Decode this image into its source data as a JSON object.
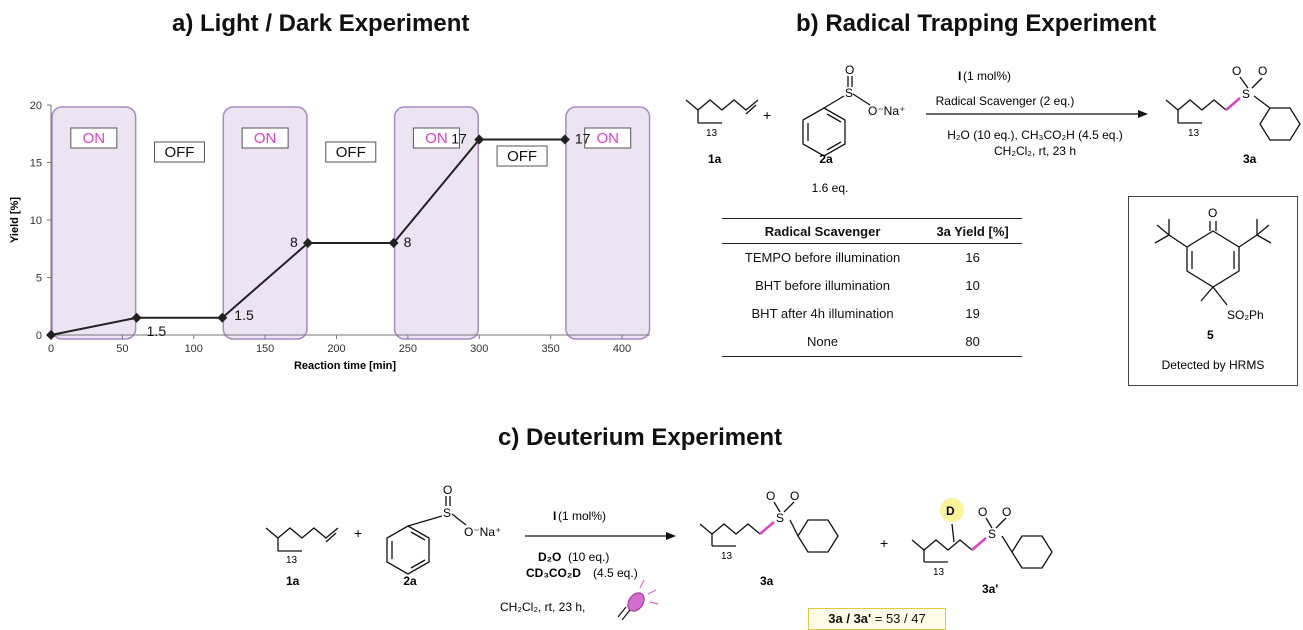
{
  "titles": {
    "a": "a) Light / Dark Experiment",
    "b": "b) Radical Trapping Experiment",
    "c": "c) Deuterium Experiment"
  },
  "chart_data": {
    "type": "line",
    "xlabel": "Reaction time [min]",
    "ylabel": "Yield [%]",
    "xlim": [
      0,
      420
    ],
    "ylim": [
      0,
      20
    ],
    "xticks": [
      "0",
      "50",
      "100",
      "150",
      "200",
      "250",
      "300",
      "350",
      "400"
    ],
    "yticks": [
      "0",
      "5",
      "10",
      "15",
      "20"
    ],
    "x": [
      0,
      60,
      120,
      180,
      240,
      300,
      360
    ],
    "y": [
      0,
      1.5,
      1.5,
      8,
      8,
      17,
      17
    ],
    "point_labels": [
      "",
      "1.5",
      "1.5",
      "8",
      "8",
      "17",
      "17"
    ],
    "phases": [
      {
        "label": "ON",
        "light": true,
        "range": [
          0,
          60
        ]
      },
      {
        "label": "OFF",
        "light": false,
        "range": [
          60,
          120
        ]
      },
      {
        "label": "ON",
        "light": true,
        "range": [
          120,
          180
        ]
      },
      {
        "label": "OFF",
        "light": false,
        "range": [
          180,
          240
        ]
      },
      {
        "label": "ON",
        "light": true,
        "range": [
          240,
          300
        ]
      },
      {
        "label": "OFF",
        "light": false,
        "range": [
          300,
          360
        ]
      },
      {
        "label": "ON",
        "light": true,
        "range": [
          360,
          420
        ]
      }
    ],
    "colors": {
      "on_fill": "#ece4f3",
      "on_stroke": "#a889c4",
      "on_text": "#e040c8",
      "line": "#222222"
    }
  },
  "scheme_b": {
    "alkene_label": "1a",
    "alkene_sub": "13",
    "sulfinate_label": "2a",
    "sulfinate_O": "O",
    "sulfinate_S": "S",
    "sulfinate_ONa": "O⁻Na⁺",
    "sulfinate_eq": "1.6 eq.",
    "plus": "+",
    "cond_catalyst_bold": "I",
    "cond_catalyst_rest": " (1 mol%)",
    "cond_scavenger": "Radical Scavenger (2 eq.)",
    "cond_line1": "H₂O (10 eq.), CH₃CO₂H (4.5 eq.)",
    "cond_line2": "CH₂Cl₂, rt, 23 h",
    "product_label": "3a",
    "product_sub": "13",
    "product_S": "S",
    "product_O": "O",
    "table_headers": [
      "Radical Scavenger",
      "3a Yield [%]"
    ],
    "table_rows": [
      [
        "TEMPO before illumination",
        "16"
      ],
      [
        "BHT before illumination",
        "10"
      ],
      [
        "BHT after 4h illumination",
        "19"
      ],
      [
        "None",
        "80"
      ]
    ],
    "adduct_label": "5",
    "adduct_O": "O",
    "adduct_SO2Ph": "SO₂Ph",
    "adduct_caption": "Detected by HRMS"
  },
  "scheme_c": {
    "alkene_label": "1a",
    "alkene_sub": "13",
    "sulfinate_label": "2a",
    "sulfinate_O": "O",
    "sulfinate_S": "S",
    "sulfinate_ONa": "O⁻Na⁺",
    "plus": "+",
    "cond_catalyst_bold": "I",
    "cond_catalyst_rest": " (1 mol%)",
    "cond_d2o_bold": "D₂O",
    "cond_d2o_rest": " (10 eq.)",
    "cond_acid_bold": "CD₃CO₂D",
    "cond_acid_rest": " (4.5 eq.)",
    "cond_solvent": "CH₂Cl₂, rt, 23 h,",
    "product1_label": "3a",
    "product2_label": "3a'",
    "product_sub": "13",
    "product_S": "S",
    "product_O": "O",
    "deuterium": "D",
    "ratio_bold": "3a / 3a'",
    "ratio_rest": " = 53 / 47"
  }
}
